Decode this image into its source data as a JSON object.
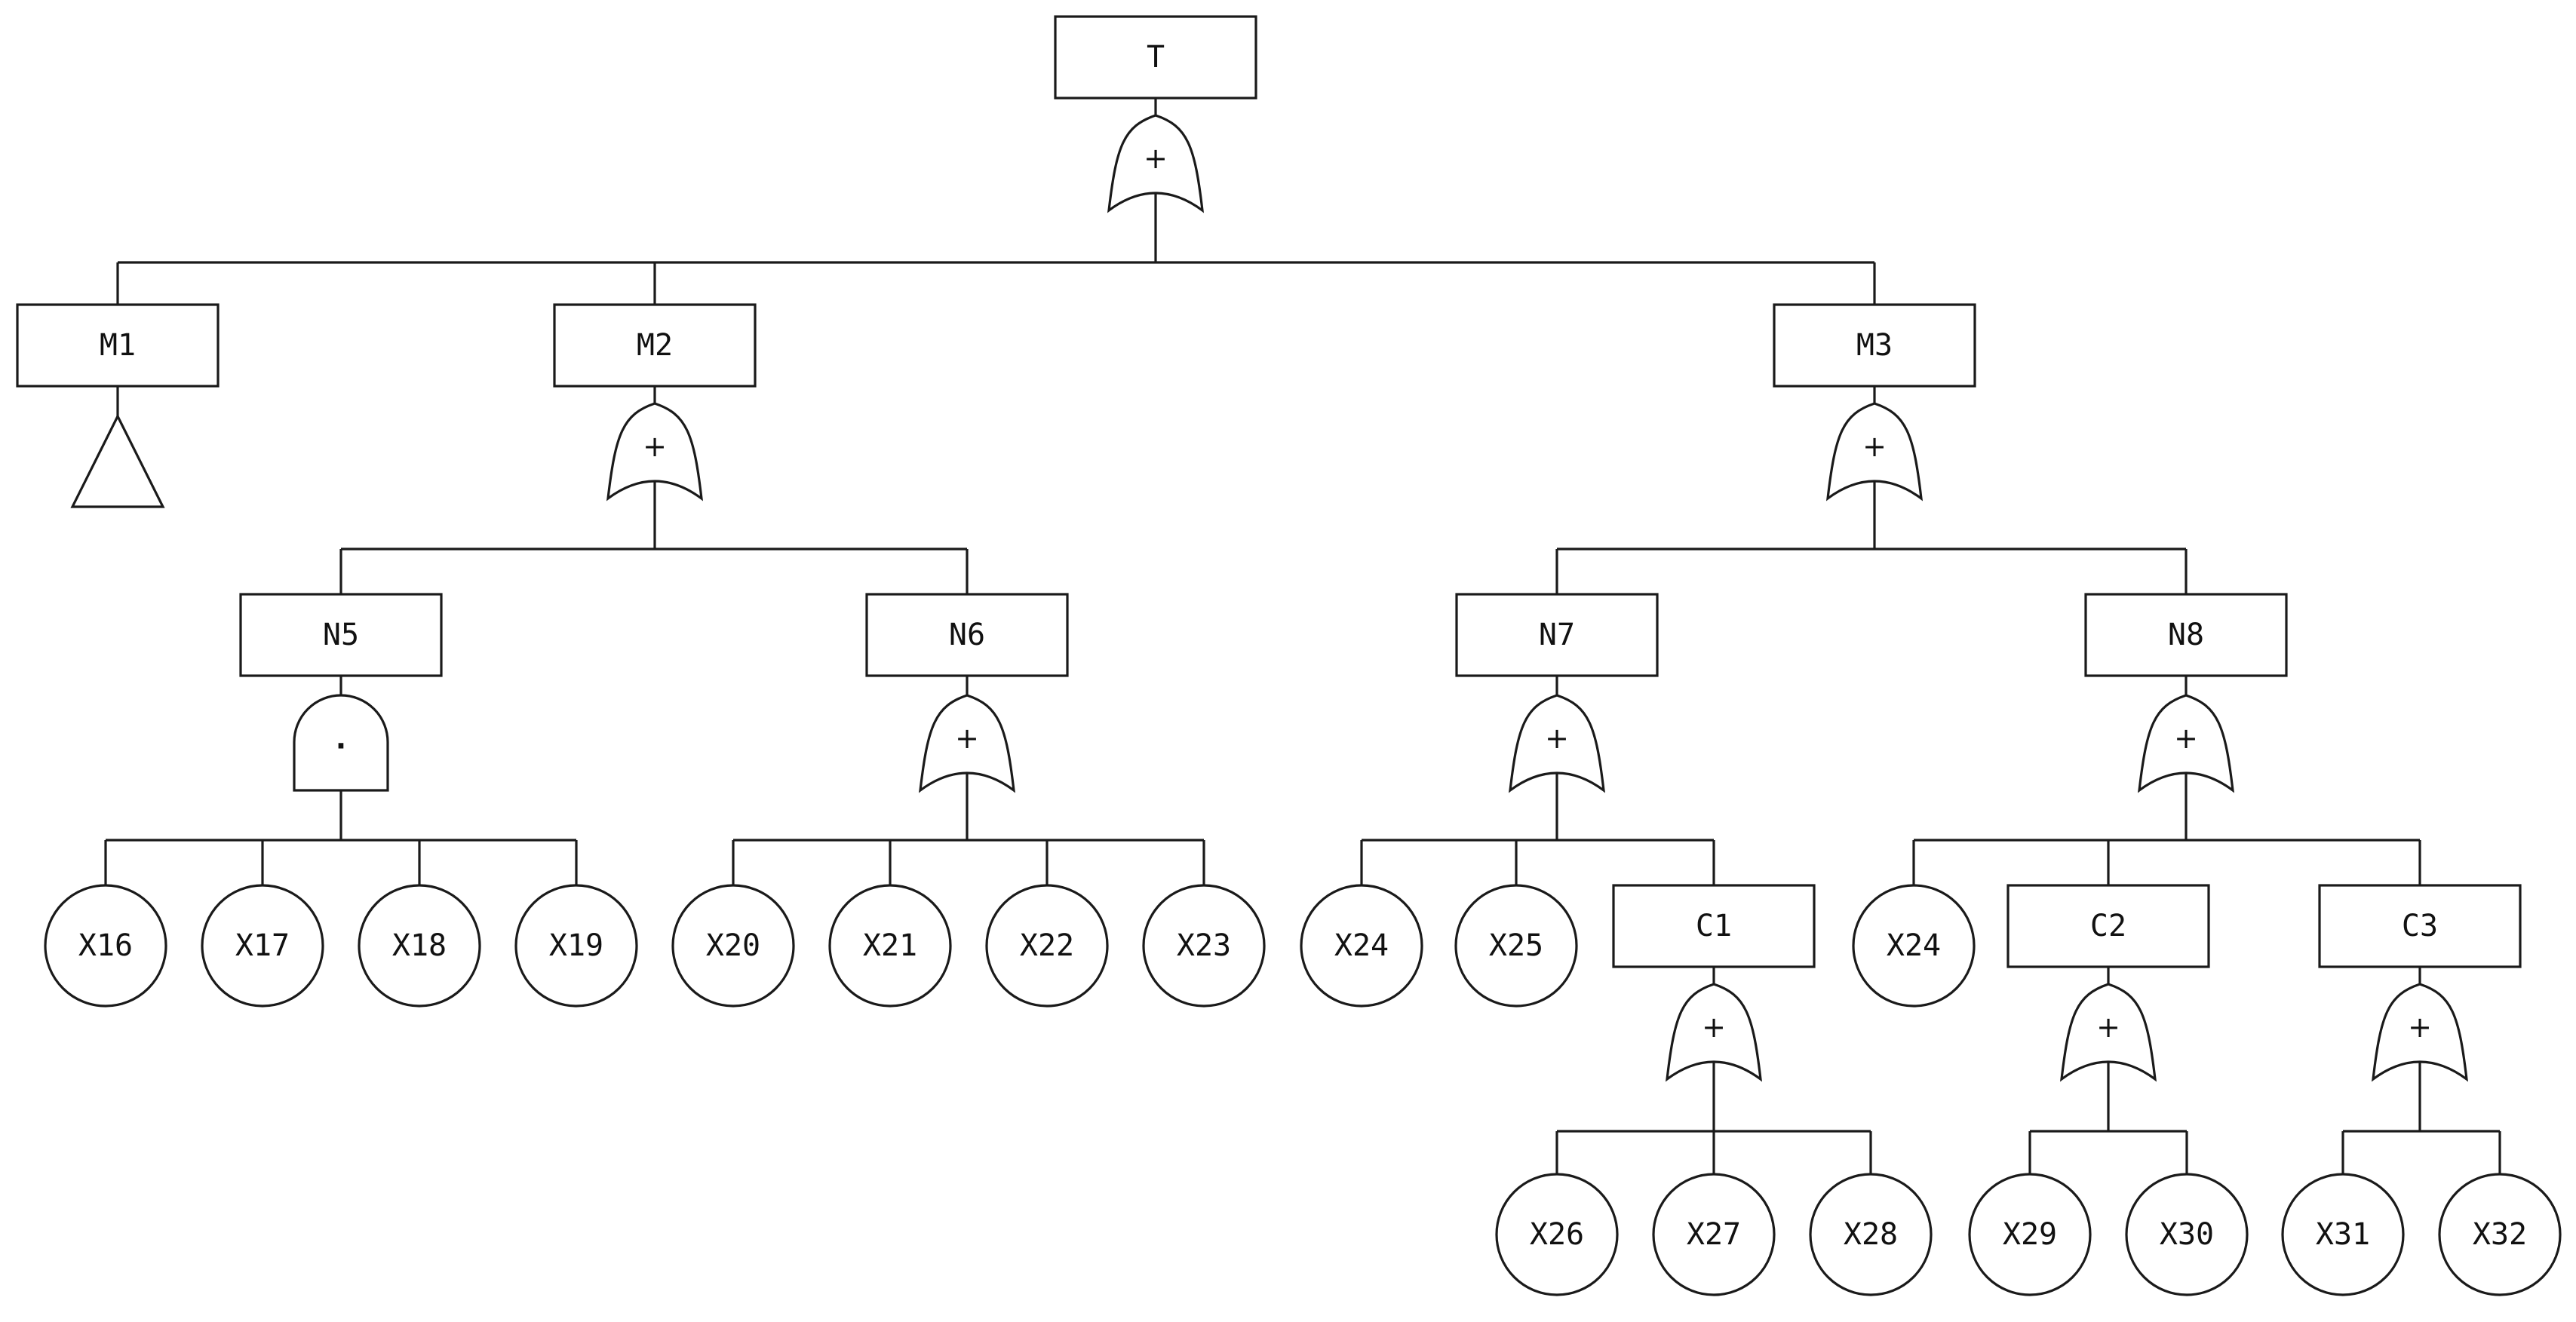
{
  "diagram": {
    "type": "fault-tree",
    "colors": {
      "line": "#1a1a1a",
      "fill": "#ffffff",
      "text": "#111111"
    },
    "events": {
      "T": {
        "label": "T",
        "shape": "rect"
      },
      "M1": {
        "label": "M1",
        "shape": "rect"
      },
      "M2": {
        "label": "M2",
        "shape": "rect"
      },
      "M3": {
        "label": "M3",
        "shape": "rect"
      },
      "N5": {
        "label": "N5",
        "shape": "rect"
      },
      "N6": {
        "label": "N6",
        "shape": "rect"
      },
      "N7": {
        "label": "N7",
        "shape": "rect"
      },
      "N8": {
        "label": "N8",
        "shape": "rect"
      },
      "C1": {
        "label": "C1",
        "shape": "rect"
      },
      "C2": {
        "label": "C2",
        "shape": "rect"
      },
      "C3": {
        "label": "C3",
        "shape": "rect"
      },
      "X16": {
        "label": "X16",
        "shape": "circle"
      },
      "X17": {
        "label": "X17",
        "shape": "circle"
      },
      "X18": {
        "label": "X18",
        "shape": "circle"
      },
      "X19": {
        "label": "X19",
        "shape": "circle"
      },
      "X20": {
        "label": "X20",
        "shape": "circle"
      },
      "X21": {
        "label": "X21",
        "shape": "circle"
      },
      "X22": {
        "label": "X22",
        "shape": "circle"
      },
      "X23": {
        "label": "X23",
        "shape": "circle"
      },
      "X24a": {
        "label": "X24",
        "shape": "circle"
      },
      "X25": {
        "label": "X25",
        "shape": "circle"
      },
      "X24b": {
        "label": "X24",
        "shape": "circle"
      },
      "X26": {
        "label": "X26",
        "shape": "circle"
      },
      "X27": {
        "label": "X27",
        "shape": "circle"
      },
      "X28": {
        "label": "X28",
        "shape": "circle"
      },
      "X29": {
        "label": "X29",
        "shape": "circle"
      },
      "X30": {
        "label": "X30",
        "shape": "circle"
      },
      "X31": {
        "label": "X31",
        "shape": "circle"
      },
      "X32": {
        "label": "X32",
        "shape": "circle"
      }
    },
    "gates": {
      "T": {
        "type": "OR",
        "symbol": "+",
        "inputs": [
          "M1",
          "M2",
          "M3"
        ]
      },
      "M2": {
        "type": "OR",
        "symbol": "+",
        "inputs": [
          "N5",
          "N6"
        ]
      },
      "M3": {
        "type": "OR",
        "symbol": "+",
        "inputs": [
          "N7",
          "N8"
        ]
      },
      "N5": {
        "type": "AND",
        "symbol": "·",
        "inputs": [
          "X16",
          "X17",
          "X18",
          "X19"
        ]
      },
      "N6": {
        "type": "OR",
        "symbol": "+",
        "inputs": [
          "X20",
          "X21",
          "X22",
          "X23"
        ]
      },
      "N7": {
        "type": "OR",
        "symbol": "+",
        "inputs": [
          "X24a",
          "X25",
          "C1"
        ]
      },
      "N8": {
        "type": "OR",
        "symbol": "+",
        "inputs": [
          "X24b",
          "C2",
          "C3"
        ]
      },
      "C1": {
        "type": "OR",
        "symbol": "+",
        "inputs": [
          "X26",
          "X27",
          "X28"
        ]
      },
      "C2": {
        "type": "OR",
        "symbol": "+",
        "inputs": [
          "X29",
          "X30"
        ]
      },
      "C3": {
        "type": "OR",
        "symbol": "+",
        "inputs": [
          "X31",
          "X32"
        ]
      }
    },
    "transfers": [
      {
        "from": "M1",
        "symbol": "transfer-triangle"
      }
    ]
  }
}
